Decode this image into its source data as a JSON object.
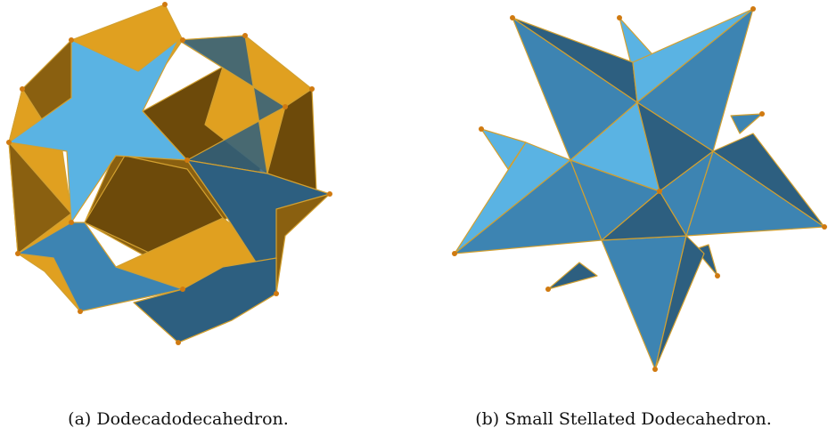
{
  "figure": {
    "subfigures": [
      {
        "tag": "(a)",
        "caption": "Dodecadodecahedron."
      },
      {
        "tag": "(b)",
        "caption": "Small Stellated Dodecahedron."
      }
    ]
  },
  "colors": {
    "star_light": "#5ab3e3",
    "star_mid": "#3d84b2",
    "star_dark": "#2d5f80",
    "pentagon_orange": "#e0a020",
    "pentagon_brown": "#8a6010",
    "pentagon_dark": "#6d4a0a",
    "edge": "#d2a030",
    "vertex": "#d07a10"
  }
}
